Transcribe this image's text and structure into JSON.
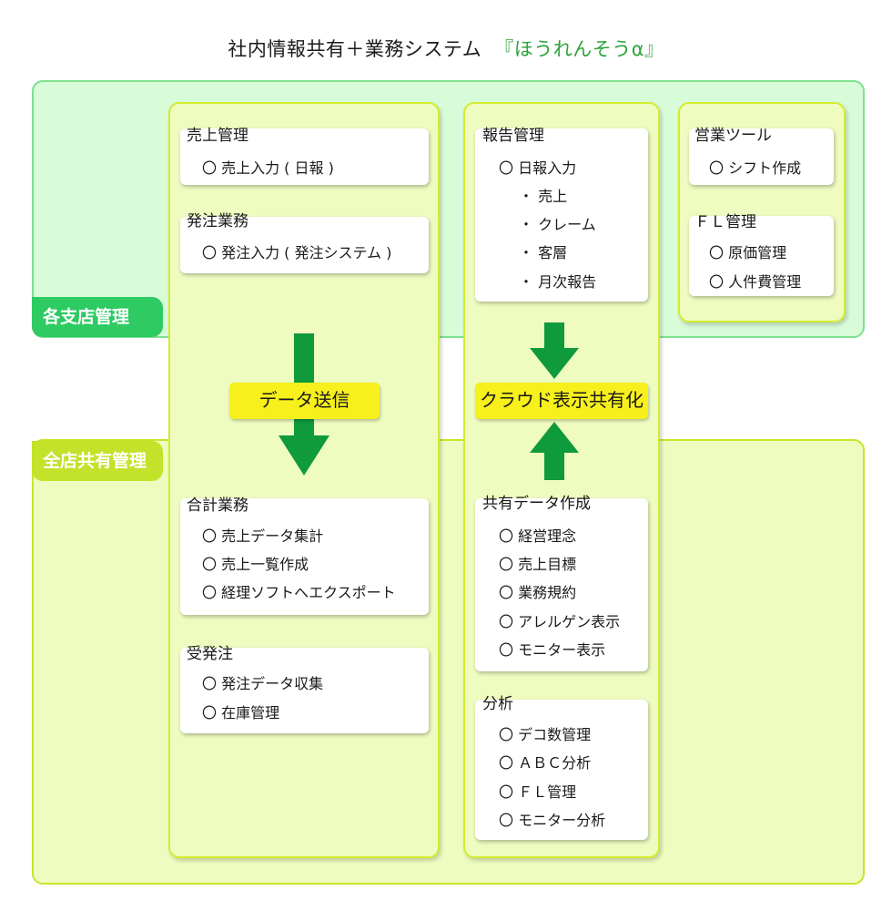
{
  "title": {
    "main": "社内情報共有＋業務システム",
    "sub": "『ほうれんそうα』"
  },
  "zones": {
    "branch": "各支店管理",
    "shared": "全店共有管理"
  },
  "labels": {
    "data_send": "データ送信",
    "cloud_share": "クラウド表示共有化"
  },
  "cards": {
    "sales": {
      "title": "売上管理",
      "items": [
        "〇 売上入力 ( 日報 )"
      ]
    },
    "order": {
      "title": "発注業務",
      "items": [
        "〇 発注入力 ( 発注システム )"
      ]
    },
    "report": {
      "title": "報告管理",
      "items": [
        "〇 日報入力",
        "・ 売上",
        "・ クレーム",
        "・ 客層",
        "・ 月次報告"
      ]
    },
    "tools": {
      "title": "営業ツール",
      "items": [
        "〇 シフト作成"
      ]
    },
    "fl": {
      "title": "ＦＬ管理",
      "items": [
        "〇 原価管理",
        "〇 人件費管理"
      ]
    },
    "total": {
      "title": "合計業務",
      "items": [
        "〇 売上データ集計",
        "〇 売上一覧作成",
        "〇 経理ソフトへエクスポート"
      ]
    },
    "receive": {
      "title": "受発注",
      "items": [
        "〇 発注データ収集",
        "〇 在庫管理"
      ]
    },
    "shared_data": {
      "title": "共有データ作成",
      "items": [
        "〇 経営理念",
        "〇 売上目標",
        "〇 業務規約",
        "〇 アレルゲン表示",
        "〇 モニター表示"
      ]
    },
    "analysis": {
      "title": "分析",
      "items": [
        "〇 デコ数管理",
        "〇 ＡＢＣ分析",
        "〇 ＦＬ管理",
        "〇 モニター分析"
      ]
    }
  },
  "colors": {
    "accent_text": "#2aa33a",
    "arrow": "#0f9a3c",
    "highlight": "#f7f01c",
    "branch_zone": "#2eca62",
    "shared_zone": "#c3e22a"
  }
}
